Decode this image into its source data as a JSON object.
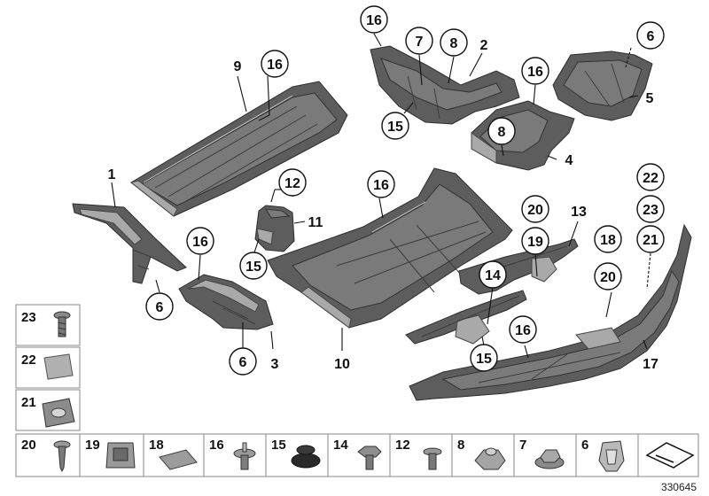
{
  "diagram": {
    "diagram_id": "330645",
    "callouts": [
      "16",
      "7",
      "8",
      "2",
      "6",
      "9",
      "16",
      "5",
      "16",
      "15",
      "8",
      "4",
      "1",
      "12",
      "11",
      "16",
      "22",
      "20",
      "13",
      "23",
      "16",
      "19",
      "18",
      "21",
      "15",
      "14",
      "20",
      "6",
      "3",
      "10",
      "16",
      "6",
      "15",
      "17"
    ],
    "legend": [
      "23",
      "22",
      "21",
      "20",
      "19",
      "18",
      "16",
      "15",
      "14",
      "12",
      "8",
      "7",
      "6"
    ]
  }
}
